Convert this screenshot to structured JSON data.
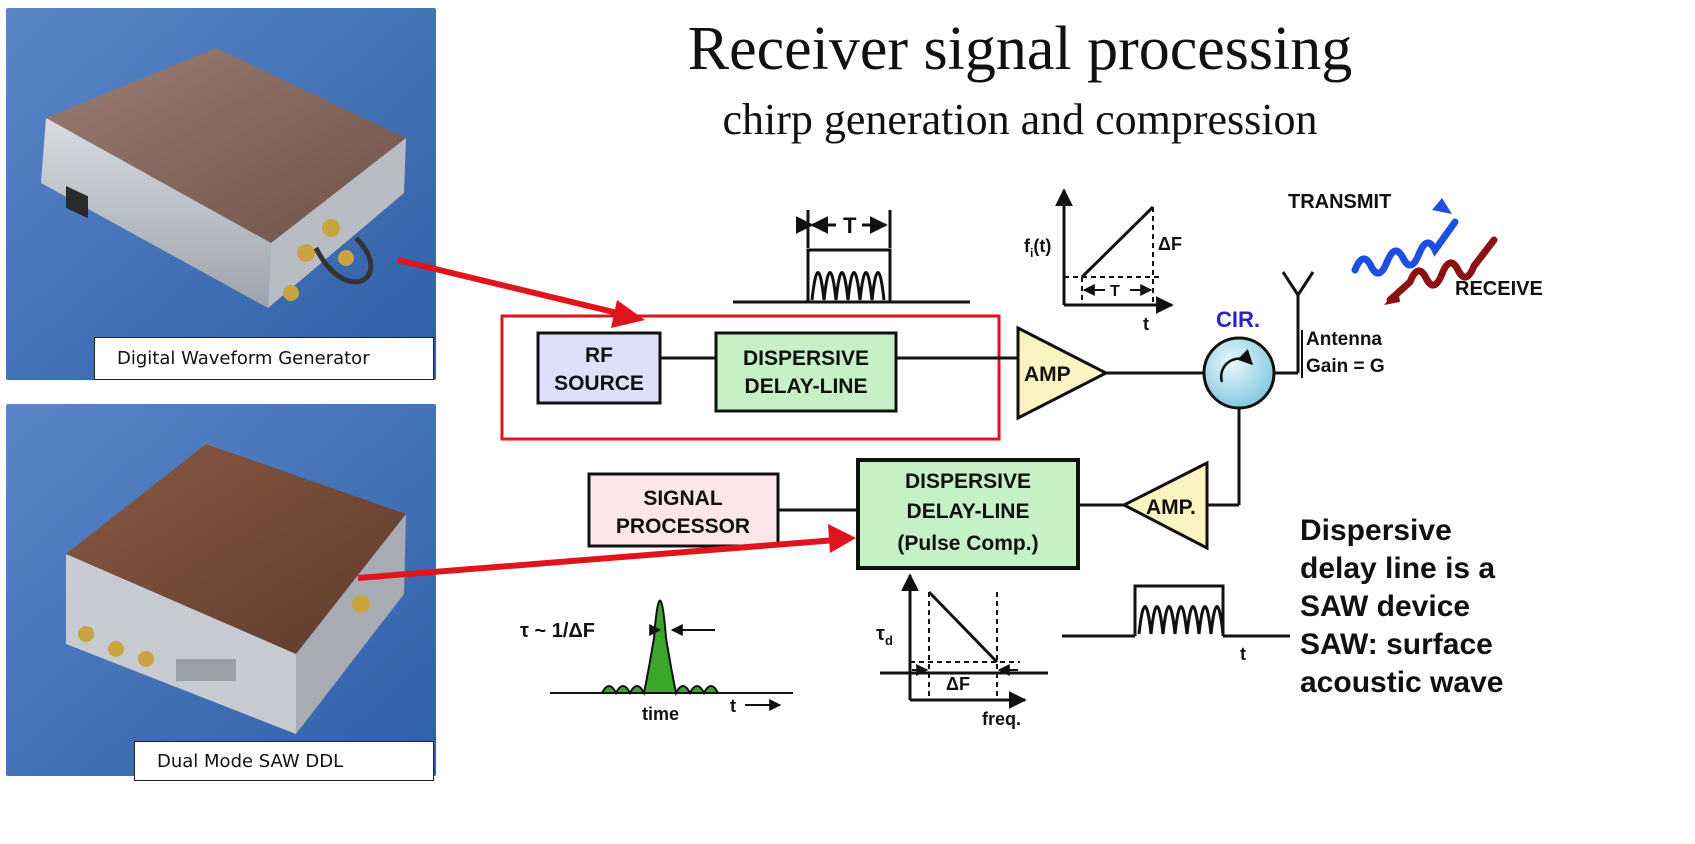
{
  "title": "Receiver signal processing",
  "subtitle": "chirp generation and compression",
  "photos": {
    "top_caption": "Digital Waveform Generator",
    "bottom_caption": "Dual Mode SAW DDL"
  },
  "blocks": {
    "rf_source": [
      "RF",
      "SOURCE"
    ],
    "ddl_top": [
      "DISPERSIVE",
      "DELAY-LINE"
    ],
    "amp_top": "AMP",
    "amp_bottom": "AMP.",
    "signal_processor": [
      "SIGNAL",
      "PROCESSOR"
    ],
    "ddl_bottom": [
      "DISPERSIVE",
      "DELAY-LINE",
      "(Pulse Comp.)"
    ],
    "circulator": "CIR."
  },
  "labels": {
    "pulse_width": "T",
    "chirp_y": "f",
    "chirp_y_sub": "i",
    "chirp_y_suffix": "(t)",
    "chirp_df": "ΔF",
    "chirp_t": "T",
    "chirp_x": "t",
    "transmit": "TRANSMIT",
    "receive": "RECEIVE",
    "antenna": "Antenna",
    "antenna_gain": "Gain = G",
    "tau_width": "τ ~ 1/ΔF",
    "time": "time",
    "t_axis": "t",
    "delay_y": "τ",
    "delay_y_sub": "d",
    "delay_df": "ΔF",
    "freq": "freq.",
    "wave_t": "t"
  },
  "note": [
    "Dispersive",
    "delay line is a",
    "SAW device",
    "SAW: surface",
    "acoustic wave"
  ],
  "colors": {
    "rf_source_fill": "#dde0f8",
    "ddl_fill": "#c6f0c6",
    "amp_fill": "#fbf4c2",
    "signal_processor_fill": "#fde6ea",
    "circulator_fill": "#bfe4f2",
    "highlight": "#e0141c",
    "transmit_wave": "#1e4fe0",
    "receive_wave": "#8a1212",
    "pulse_fill": "#3aa62a",
    "circ_label": "#2a22d0"
  }
}
